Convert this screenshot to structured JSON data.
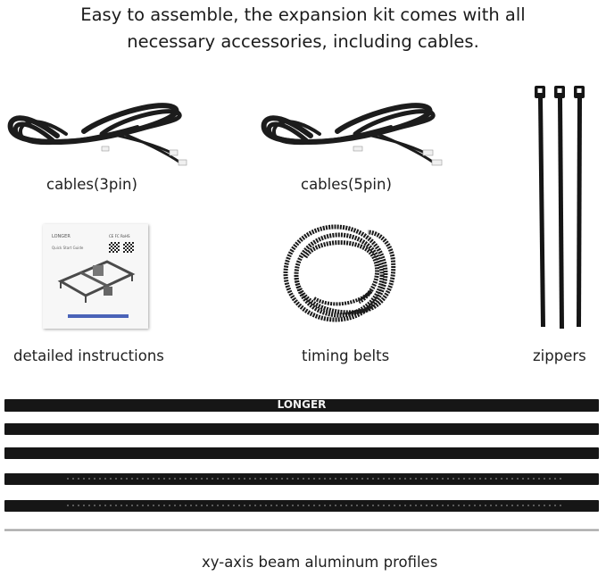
{
  "headline": {
    "line1": "Easy to assemble, the expansion kit comes with all",
    "line2": "necessary accessories, including cables."
  },
  "items": {
    "cables_3pin": "cables(3pin)",
    "cables_5pin": "cables(5pin)",
    "zippers": "zippers",
    "instructions": "detailed instructions",
    "belts": "timing belts",
    "profiles": "xy-axis beam aluminum profiles"
  },
  "booklet": {
    "brand": "LONGER",
    "marks": "CE FC RoHS",
    "title": "Quick Start Guide"
  },
  "beam_logo": "LONGER",
  "colors": {
    "background": "#ffffff",
    "beam": "#161616",
    "cable": "#1c1c1c",
    "connector": "#f0f0f0"
  }
}
